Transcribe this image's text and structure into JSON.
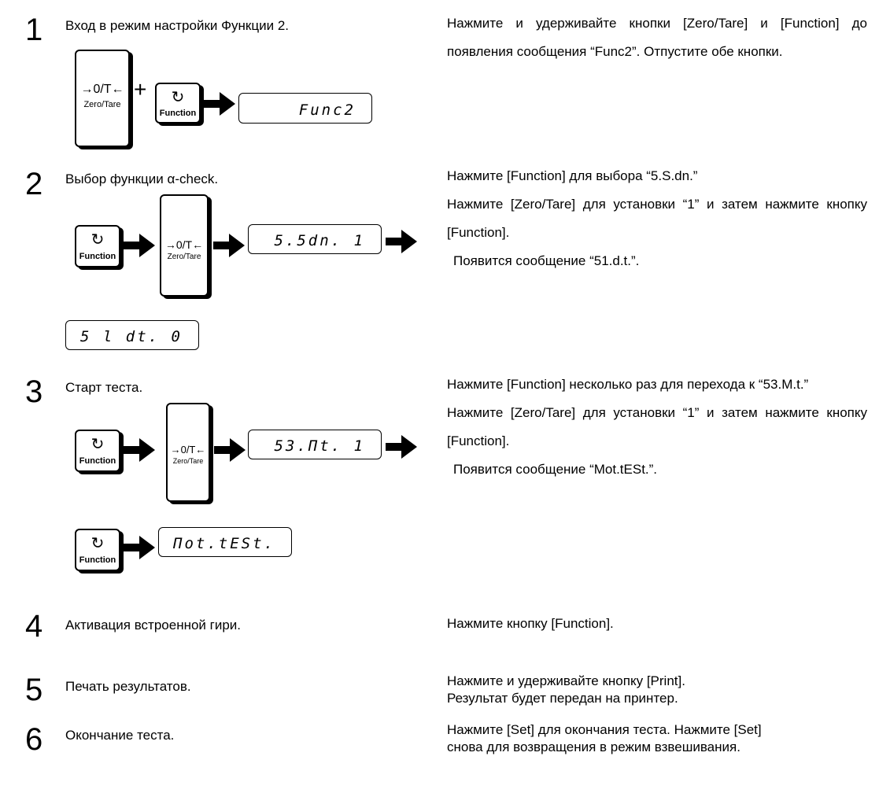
{
  "steps": [
    {
      "number": "1",
      "title": "Вход в режим настройки Функции 2.",
      "description": [
        "Нажмите и удерживайте кнопки [Zero/Tare] и [Function] до появления сообщения “Func2”. Отпустите обе кнопки."
      ],
      "displays": [
        "Func2"
      ]
    },
    {
      "number": "2",
      "title": "Выбор функции α-check.",
      "description": [
        "Нажмите [Function] для выбора “5.S.dn.”",
        "Нажмите [Zero/Tare] для установки “1” и затем нажмите кнопку [Function].",
        "Появится сообщение “51.d.t.”."
      ],
      "displays": [
        "5.5dn.  1",
        "5 l dt.  0"
      ]
    },
    {
      "number": "3",
      "title": "Старт теста.",
      "description": [
        "Нажмите [Function] несколько раз для перехода к “53.M.t.”",
        "Нажмите [Zero/Tare] для установки “1” и затем нажмите кнопку [Function].",
        "Появится сообщение “Mot.tESt.”."
      ],
      "displays": [
        "53.Πt.  1",
        "Πot.tESt."
      ]
    },
    {
      "number": "4",
      "title": "Активация встроенной гири.",
      "description": [
        "Нажмите кнопку [Function]."
      ]
    },
    {
      "number": "5",
      "title": "Печать результатов.",
      "description": [
        "Нажмите и удерживайте кнопку [Print].",
        "Результат будет передан на принтер."
      ]
    },
    {
      "number": "6",
      "title": "Окончание теста.",
      "description": [
        "Нажмите [Set] для окончания теста. Нажмите [Set] снова для возвращения в режим взвешивания."
      ]
    }
  ],
  "keys": {
    "zero_tare_symbol": "→0/T←",
    "zero_tare_label": "Zero/Tare",
    "function_symbol": "↻",
    "function_label": "Function"
  },
  "plus": "+"
}
